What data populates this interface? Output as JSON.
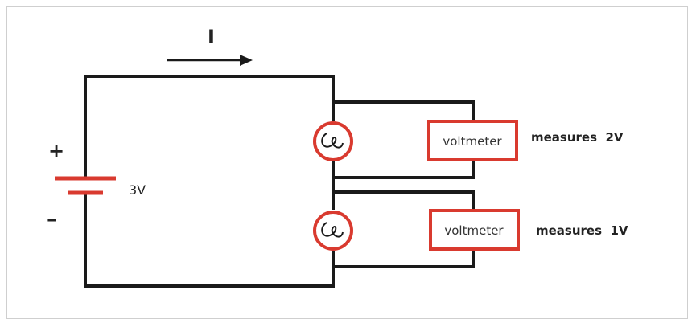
{
  "diagram": {
    "current_label": "I",
    "battery": {
      "plus_sign": "+",
      "minus_sign": "–",
      "voltage_label": "3V"
    },
    "voltmeters": [
      {
        "label": "voltmeter",
        "reading": "measures  2V"
      },
      {
        "label": "voltmeter",
        "reading": "measures  1V"
      }
    ],
    "colors": {
      "wire": "#1a1a1a",
      "component": "#d93a2f",
      "text": "#222222",
      "frame": "#cfcfcf"
    }
  }
}
